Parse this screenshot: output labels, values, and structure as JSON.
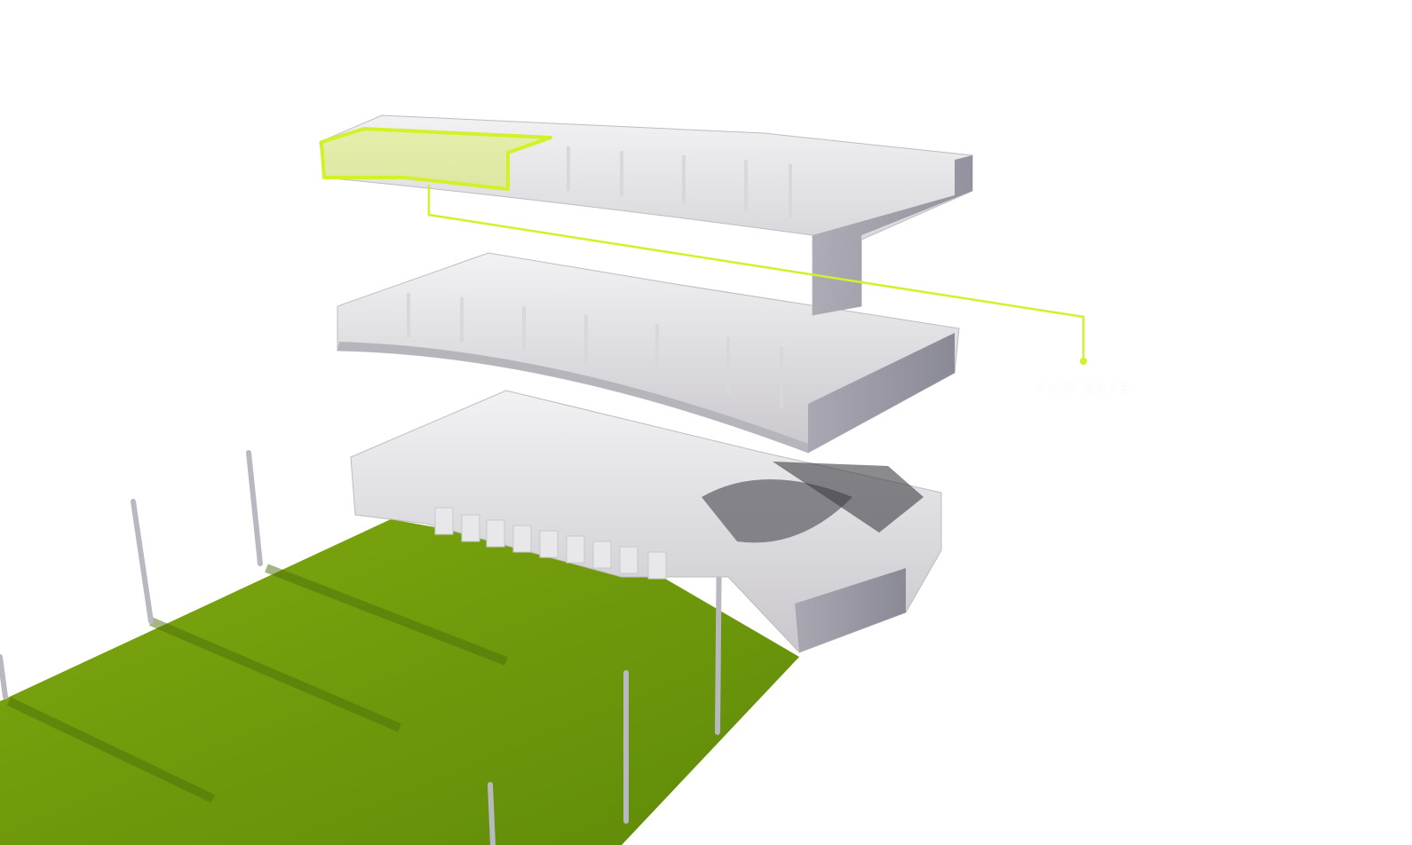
{
  "scene": {
    "floors": [
      "top-floor",
      "middle-floor",
      "ground-floor"
    ],
    "highlight_color": "#d4f029",
    "field_color": "#6e9a0c"
  },
  "callout": {
    "label": "VVIP BAYS"
  }
}
